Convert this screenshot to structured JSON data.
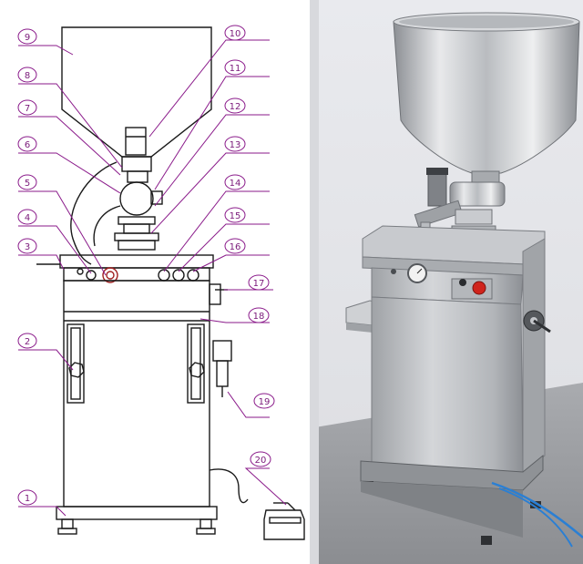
{
  "diagram": {
    "callouts": [
      {
        "id": "1",
        "label": "1"
      },
      {
        "id": "2",
        "label": "2"
      },
      {
        "id": "3",
        "label": "3"
      },
      {
        "id": "4",
        "label": "4"
      },
      {
        "id": "5",
        "label": "5"
      },
      {
        "id": "6",
        "label": "6"
      },
      {
        "id": "7",
        "label": "7"
      },
      {
        "id": "8",
        "label": "8"
      },
      {
        "id": "9",
        "label": "9"
      },
      {
        "id": "10",
        "label": "10"
      },
      {
        "id": "11",
        "label": "11"
      },
      {
        "id": "12",
        "label": "12"
      },
      {
        "id": "13",
        "label": "13"
      },
      {
        "id": "14",
        "label": "14"
      },
      {
        "id": "15",
        "label": "15"
      },
      {
        "id": "16",
        "label": "16"
      },
      {
        "id": "17",
        "label": "17"
      },
      {
        "id": "18",
        "label": "18"
      },
      {
        "id": "19",
        "label": "19"
      },
      {
        "id": "20",
        "label": "20"
      }
    ],
    "callout_color": "#8a1a8a",
    "drawing_color": "#1a1a1a"
  },
  "photo": {
    "subject": "stainless steel filling machine",
    "wall_color": "#e6e7ea",
    "floor_color": "#9c9ea3",
    "steel_color": "#c9cbcf",
    "button_color": "#d0241c"
  }
}
